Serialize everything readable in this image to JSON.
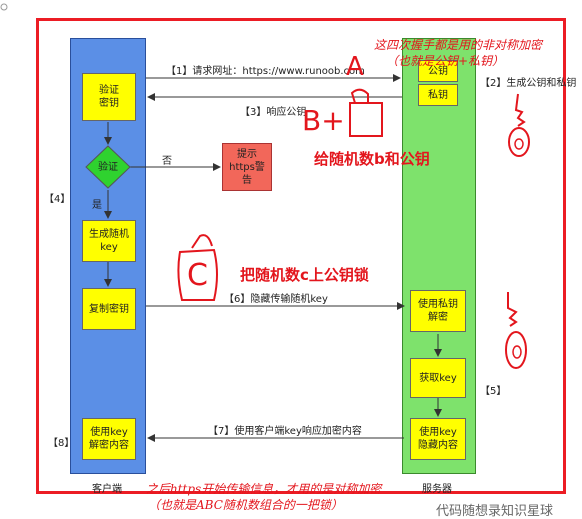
{
  "corner_icon": "pin-icon",
  "step1": "【1】请求网址：https://www.runoob.com",
  "step2": "【2】生成公钥和私钥",
  "step3": "【3】响应公钥",
  "step4": "【4】",
  "step5": "【5】",
  "step6": "【6】隐藏传输随机key",
  "step7": "【7】使用客户端key响应加密内容",
  "step8": "【8】",
  "client": {
    "label": "客户端",
    "verify_key": "验证\n密钥",
    "verify_diamond": "验证",
    "no": "否",
    "yes": "是",
    "gen_key": "生成随机\nkey",
    "copy_key": "复制密钥",
    "decrypt": "使用key\n解密内容"
  },
  "warning": "提示\nhttps警\n告",
  "server": {
    "label": "服务器",
    "public_key": "公钥",
    "private_key": "私钥",
    "decrypt_private": "使用私钥\n解密",
    "get_key": "获取key",
    "encrypt": "使用key\n隐藏内容"
  },
  "annotations": {
    "top_note_1": "这四次握手都是用的非对称加密",
    "top_note_2": "（也就是公钥+私钥）",
    "letter_a": "A",
    "letter_b_plus": "B+",
    "give_b": "给随机数b和公钥",
    "letter_c": "C",
    "lock_c": "把随机数c上公钥锁",
    "bottom_note_1": "之后https开始传输信息，才用的是对称加密",
    "bottom_note_2": "（也就是ABC随机数组合的一把锁）"
  },
  "watermark": "代码随想录知识星球"
}
